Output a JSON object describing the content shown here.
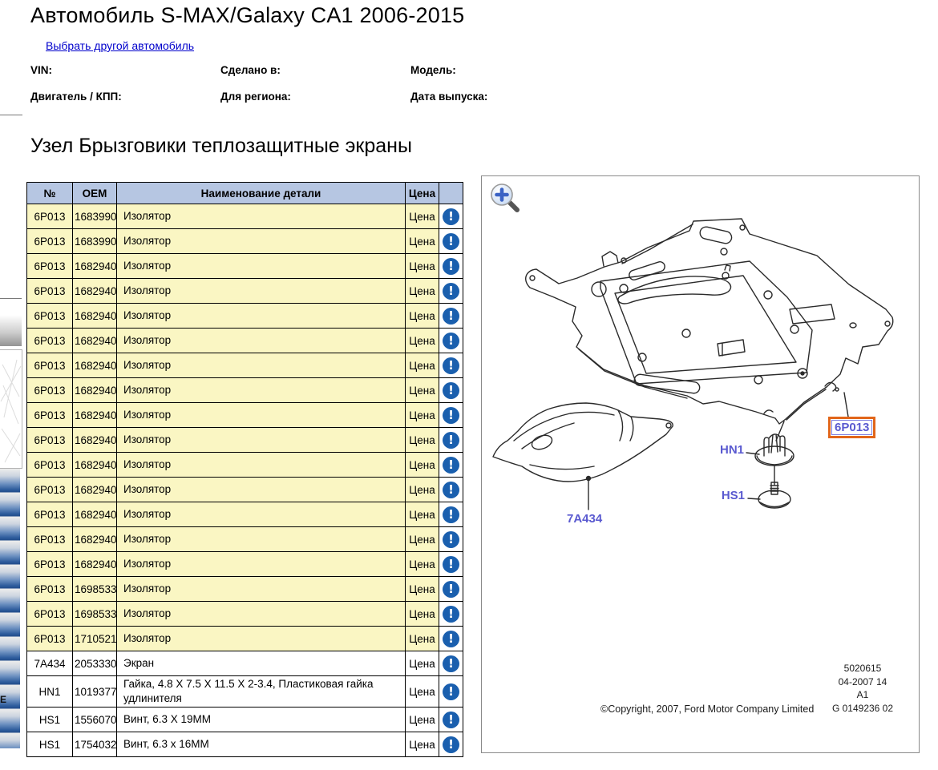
{
  "header": {
    "title": "Автомобиль S-MAX/Galaxy CA1 2006-2015",
    "change_car_link": "Выбрать другой автомобиль",
    "info_fields": [
      {
        "label": "VIN:"
      },
      {
        "label": "Сделано в:"
      },
      {
        "label": "Модель:"
      },
      {
        "label": "Двигатель / КПП:"
      },
      {
        "label": "Для региона:"
      },
      {
        "label": "Дата выпуска:"
      }
    ]
  },
  "section": {
    "title": "Узел Брызговики теплозащитные экраны"
  },
  "left_fragment": {
    "letter": "E"
  },
  "table": {
    "headers": {
      "num": "№",
      "oem": "OEM",
      "name": "Наименование детали",
      "price": "Цена",
      "info": ""
    },
    "price_button_label": "Цена",
    "info_icon_glyph": "!",
    "rows": [
      {
        "num": "6P013",
        "oem": "1683990",
        "name": "Изолятор",
        "highlight": true
      },
      {
        "num": "6P013",
        "oem": "1683990",
        "name": "Изолятор",
        "highlight": true
      },
      {
        "num": "6P013",
        "oem": "1682940",
        "name": "Изолятор",
        "highlight": true
      },
      {
        "num": "6P013",
        "oem": "1682940",
        "name": "Изолятор",
        "highlight": true
      },
      {
        "num": "6P013",
        "oem": "1682940",
        "name": "Изолятор",
        "highlight": true
      },
      {
        "num": "6P013",
        "oem": "1682940",
        "name": "Изолятор",
        "highlight": true
      },
      {
        "num": "6P013",
        "oem": "1682940",
        "name": "Изолятор",
        "highlight": true
      },
      {
        "num": "6P013",
        "oem": "1682940",
        "name": "Изолятор",
        "highlight": true
      },
      {
        "num": "6P013",
        "oem": "1682940",
        "name": "Изолятор",
        "highlight": true
      },
      {
        "num": "6P013",
        "oem": "1682940",
        "name": "Изолятор",
        "highlight": true
      },
      {
        "num": "6P013",
        "oem": "1682940",
        "name": "Изолятор",
        "highlight": true
      },
      {
        "num": "6P013",
        "oem": "1682940",
        "name": "Изолятор",
        "highlight": true
      },
      {
        "num": "6P013",
        "oem": "1682940",
        "name": "Изолятор",
        "highlight": true
      },
      {
        "num": "6P013",
        "oem": "1682940",
        "name": "Изолятор",
        "highlight": true
      },
      {
        "num": "6P013",
        "oem": "1682940",
        "name": "Изолятор",
        "highlight": true
      },
      {
        "num": "6P013",
        "oem": "1698533",
        "name": "Изолятор",
        "highlight": true
      },
      {
        "num": "6P013",
        "oem": "1698533",
        "name": "Изолятор",
        "highlight": true
      },
      {
        "num": "6P013",
        "oem": "1710521",
        "name": "Изолятор",
        "highlight": true
      },
      {
        "num": "7A434",
        "oem": "2053330",
        "name": "Экран",
        "highlight": false
      },
      {
        "num": "HN1",
        "oem": "1019377",
        "name": "Гайка, 4.8 X 7.5 X 11.5 X 2-3.4, Пластиковая гайка удлинителя",
        "highlight": false
      },
      {
        "num": "HS1",
        "oem": "1556070",
        "name": "Винт, 6.3 X 19MM",
        "highlight": false
      },
      {
        "num": "HS1",
        "oem": "1754032",
        "name": "Винт, 6.3 x 16MM",
        "highlight": false
      }
    ]
  },
  "diagram": {
    "callouts": {
      "main_part": "6P013",
      "nut": "HN1",
      "screw": "HS1",
      "shield": "7A434"
    },
    "ref_numbers": [
      "5020615",
      "04-2007 14",
      "A1",
      "G 0149236 02"
    ],
    "copyright": "©Copyright, 2007, Ford Motor Company Limited"
  },
  "colors": {
    "table_header_bg": "#b6c6e2",
    "row_highlight_bg": "#faf6c3",
    "info_icon_bg": "#1a5fae",
    "callout_text": "#5a5ad0",
    "callout_box_border": "#e2661a",
    "link": "#0000cc"
  }
}
